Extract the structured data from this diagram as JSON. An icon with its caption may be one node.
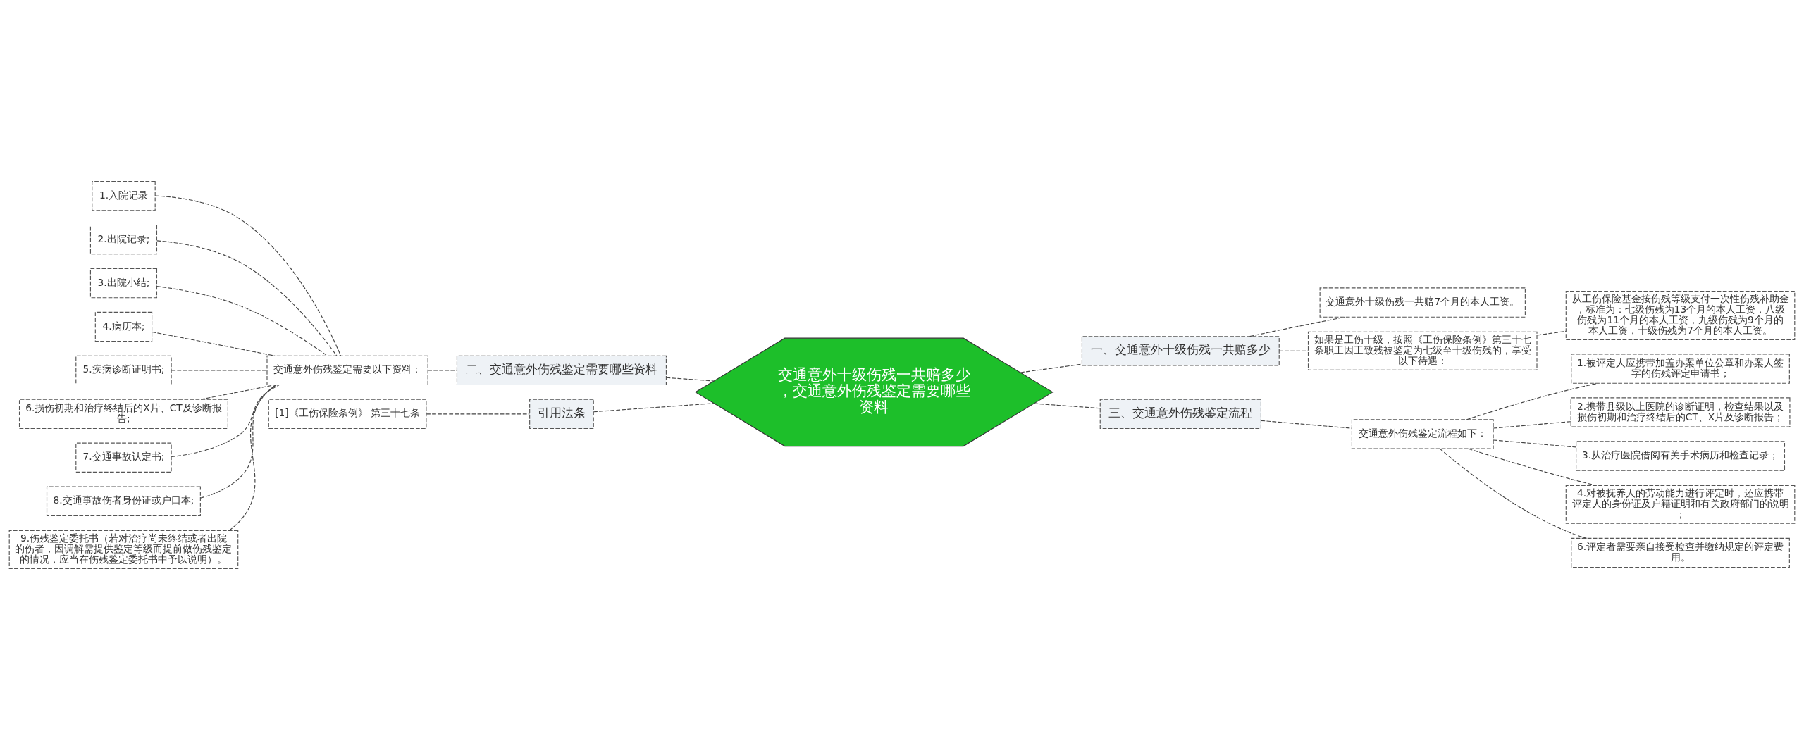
{
  "diagram": {
    "nodes": [
      {
        "text": [
          "交通意外十级伤残一共赔多少，交通意外伤残鉴定需要哪些资料"
        ]
      },
      {
        "text": [
          "一、交通意外十级伤残一共赔多少"
        ]
      },
      {
        "text": [
          "交通意外十级伤残一共赔7个月的本人工资。"
        ]
      },
      {
        "text": [
          "如果是工伤十级，按照《工伤保险条例》第三十七条职工因工致残被鉴定为七级至十级伤残的，享受以下待遇："
        ]
      },
      {
        "text": [
          "从工伤保险基金按伤残等级支付一次性伤残补助金，标准为：七级伤残为13个月的本人工资，八级伤残为11个月的本人工资，九级伤残为9个月的本人工资，十级伤残为7个月的本人工资。"
        ]
      },
      {
        "text": [
          "三、交通意外伤残鉴定流程"
        ]
      },
      {
        "text": [
          "交通意外伤残鉴定流程如下："
        ]
      },
      {
        "text": [
          "1.被评定人应携带加盖办案单位公章和办案人签字的伤残评定申请书；"
        ]
      },
      {
        "text": [
          "2.携带县级以上医院的诊断证明，检查结果以及损伤初期和治疗终结后的CT、X片及诊断报告；"
        ]
      },
      {
        "text": [
          "3.从治疗医院借阅有关手术病历和检查记录；"
        ]
      },
      {
        "text": [
          "4.对被抚养人的劳动能力进行评定时，还应携带评定人的身份证及户籍证明和有关政府部门的说明；"
        ]
      },
      {
        "text": [
          "6.评定者需要亲自接受检查并缴纳规定的评定费用。"
        ]
      },
      {
        "text": [
          "二、交通意外伤残鉴定需要哪些资料"
        ]
      },
      {
        "text": [
          "交通意外伤残鉴定需要以下资料："
        ]
      },
      {
        "text": [
          "1.入院记录"
        ]
      },
      {
        "text": [
          "2.出院记录;"
        ]
      },
      {
        "text": [
          "3.出院小结;"
        ]
      },
      {
        "text": [
          "4.病历本;"
        ]
      },
      {
        "text": [
          "5.疾病诊断证明书;"
        ]
      },
      {
        "text": [
          "6.损伤初期和治疗终结后的X片、CT及诊断报告;"
        ]
      },
      {
        "text": [
          "7.交通事故认定书;"
        ]
      },
      {
        "text": [
          "8.交通事故伤者身份证或户口本;"
        ]
      },
      {
        "text": [
          "9.伤残鉴定委托书（若对治疗尚未终结或者出院的伤者，因调解需提供鉴定等级而提前做伤残鉴定的情况，应当在伤残鉴定委托书中予以说明）。"
        ]
      },
      {
        "text": [
          "引用法条"
        ]
      },
      {
        "text": [
          "[1]《工伤保险条例》 第三十七条"
        ]
      }
    ],
    "edges": [
      {
        "from": 0,
        "to": 1,
        "arrow": "none",
        "style": "dashed"
      },
      {
        "from": 1,
        "to": 2,
        "arrow": "none",
        "style": "dashed"
      },
      {
        "from": 1,
        "to": 3,
        "arrow": "none",
        "style": "dashed"
      },
      {
        "from": 3,
        "to": 4,
        "arrow": "none",
        "style": "dashed"
      },
      {
        "from": 0,
        "to": 5,
        "arrow": "none",
        "style": "dashed"
      },
      {
        "from": 5,
        "to": 6,
        "arrow": "none",
        "style": "dashed"
      },
      {
        "from": 6,
        "to": 7,
        "arrow": "none",
        "style": "dashed"
      },
      {
        "from": 6,
        "to": 8,
        "arrow": "none",
        "style": "dashed"
      },
      {
        "from": 6,
        "to": 9,
        "arrow": "none",
        "style": "dashed"
      },
      {
        "from": 6,
        "to": 10,
        "arrow": "none",
        "style": "dashed"
      },
      {
        "from": 6,
        "to": 11,
        "arrow": "none",
        "style": "dashed"
      },
      {
        "from": 0,
        "to": 12,
        "arrow": "none",
        "style": "dashed"
      },
      {
        "from": 12,
        "to": 13,
        "arrow": "none",
        "style": "dashed"
      },
      {
        "from": 13,
        "to": 14,
        "arrow": "none",
        "style": "dashed"
      },
      {
        "from": 13,
        "to": 15,
        "arrow": "none",
        "style": "dashed"
      },
      {
        "from": 13,
        "to": 16,
        "arrow": "none",
        "style": "dashed"
      },
      {
        "from": 13,
        "to": 17,
        "arrow": "none",
        "style": "dashed"
      },
      {
        "from": 13,
        "to": 18,
        "arrow": "none",
        "style": "dashed"
      },
      {
        "from": 13,
        "to": 19,
        "arrow": "none",
        "style": "dashed"
      },
      {
        "from": 13,
        "to": 20,
        "arrow": "none",
        "style": "dashed"
      },
      {
        "from": 13,
        "to": 21,
        "arrow": "none",
        "style": "dashed"
      },
      {
        "from": 13,
        "to": 22,
        "arrow": "none",
        "style": "dashed"
      },
      {
        "from": 0,
        "to": 23,
        "arrow": "none",
        "style": "dashed"
      },
      {
        "from": 23,
        "to": 24,
        "arrow": "none",
        "style": "dashed"
      }
    ]
  }
}
